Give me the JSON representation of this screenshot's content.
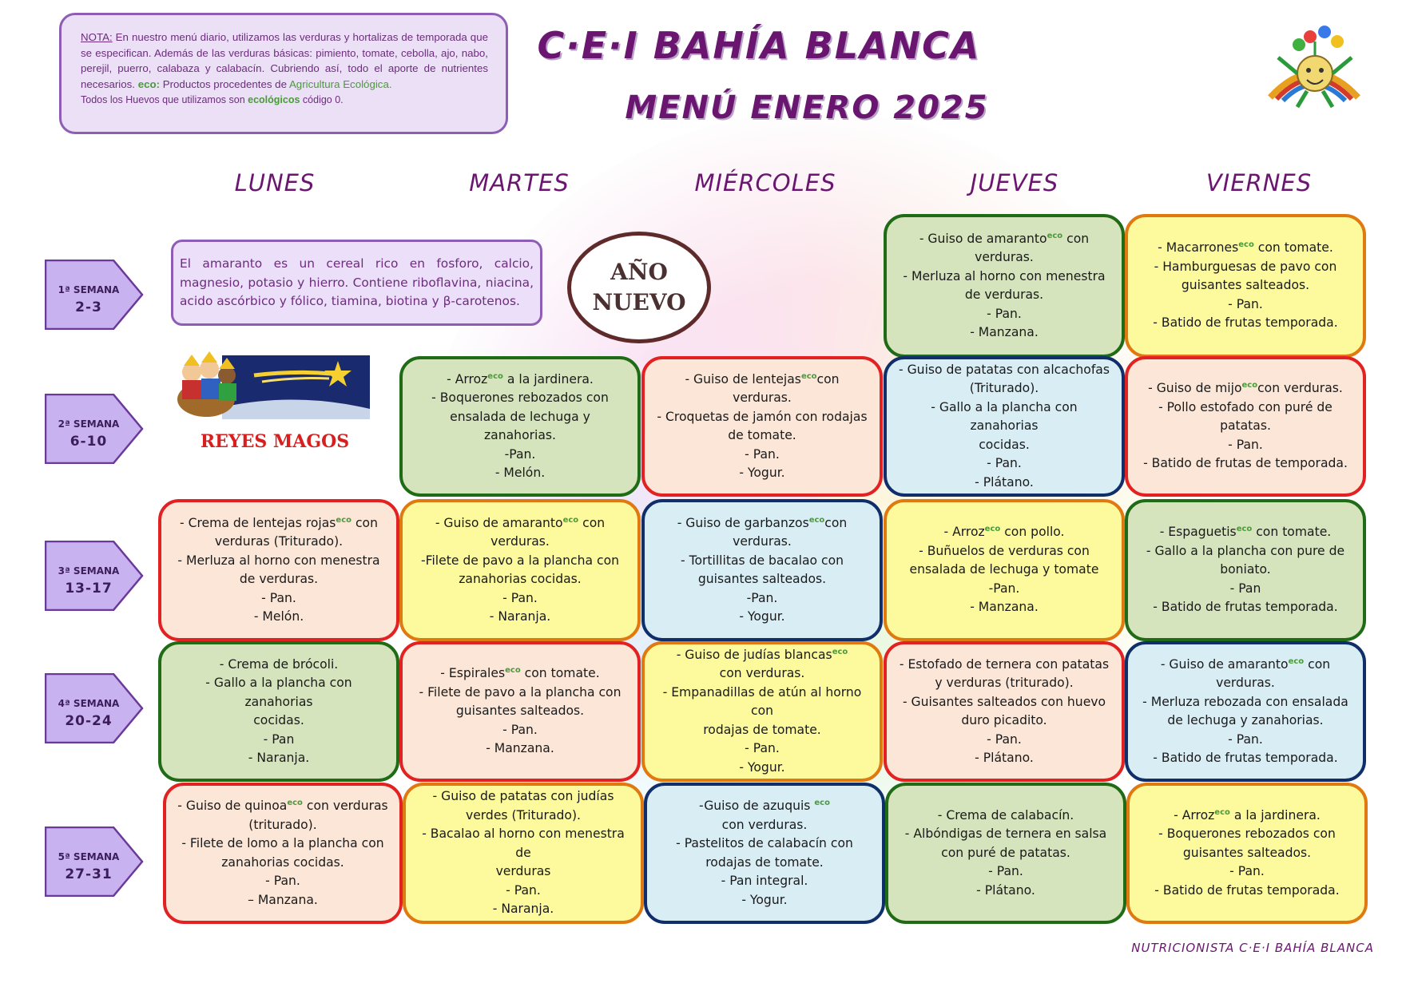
{
  "note": {
    "label": "NOTA:",
    "text1": " En nuestro menú diario, utilizamos las verduras y hortalizas de temporada que se especifican. Además de las verduras básicas: pimiento, tomate, cebolla, ajo, nabo, perejil, puerro, calabaza y calabacín. Cubriendo así, todo el aporte de nutrientes necesarios. ",
    "eco_label": "eco:",
    "text2": " Productos procedentes de ",
    "eco_text": "Agricultura Ecológica.",
    "eggs_text1": "Todos los Huevos que utilizamos son ",
    "eggs_eco": "ecológicos",
    "eggs_text2": " código 0."
  },
  "title": "C·E·I BAHÍA BLANCA",
  "subtitle": "MENÚ ENERO 2025",
  "days": [
    "LUNES",
    "MARTES",
    "MIÉRCOLES",
    "JUEVES",
    "VIERNES"
  ],
  "weeks": [
    {
      "label": "1ª SEMANA",
      "dates": "2-3"
    },
    {
      "label": "2ª SEMANA",
      "dates": "6-10"
    },
    {
      "label": "3ª SEMANA",
      "dates": "13-17"
    },
    {
      "label": "4ª SEMANA",
      "dates": "20-24"
    },
    {
      "label": "5ª SEMANA",
      "dates": "27-31"
    }
  ],
  "info_text": "El amaranto es un cereal rico en fosforo, calcio, magnesio, potasio y hierro. Contiene riboflavina, niacina, acido ascórbico y fólico, tiamina, biotina y β-carotenos.",
  "ano_nuevo": [
    "AÑO",
    "NUEVO"
  ],
  "reyes_magos": "REYES MAGOS",
  "eco_mark": "eco",
  "menus": {
    "w1_jue": [
      "- Guiso de amaranto|eco| con",
      "verduras.",
      "- Merluza al horno con menestra",
      "de verduras.",
      "- Pan.",
      "- Manzana."
    ],
    "w1_vie": [
      "- Macarrones|eco| con tomate.",
      "- Hamburguesas de pavo con",
      "guisantes salteados.",
      "- Pan.",
      "- Batido de frutas temporada."
    ],
    "w2_mar": [
      "- Arroz|eco| a la jardinera.",
      "- Boquerones rebozados con",
      "ensalada de lechuga y zanahorias.",
      "-Pan.",
      "- Melón."
    ],
    "w2_mie": [
      "- Guiso de lentejas|eco|con verduras.",
      "- Croquetas de jamón con rodajas",
      "de tomate.",
      "- Pan.",
      "- Yogur."
    ],
    "w2_jue": [
      "- Guiso de patatas con alcachofas",
      "(Triturado).",
      "- Gallo a la plancha con zanahorias",
      "cocidas.",
      "- Pan.",
      "- Plátano."
    ],
    "w2_vie": [
      "- Guiso de mijo|eco|con verduras.",
      "- Pollo estofado con puré de",
      "patatas.",
      "- Pan.",
      "- Batido de frutas de temporada."
    ],
    "w3_lun": [
      "- Crema de lentejas rojas|eco| con",
      "verduras (Triturado).",
      "- Merluza al horno con menestra",
      "de verduras.",
      "- Pan.",
      "- Melón."
    ],
    "w3_mar": [
      "- Guiso de amaranto|eco| con",
      "verduras.",
      "-Filete de pavo a la plancha con",
      "zanahorias cocidas.",
      "- Pan.",
      "- Naranja."
    ],
    "w3_mie": [
      "- Guiso de garbanzos|eco|con",
      "verduras.",
      "- Tortillitas de bacalao con",
      "guisantes salteados.",
      "-Pan.",
      "- Yogur."
    ],
    "w3_jue": [
      "- Arroz|eco| con pollo.",
      "- Buñuelos de verduras con",
      "ensalada de lechuga y tomate",
      "-Pan.",
      "- Manzana."
    ],
    "w3_vie": [
      "- Espaguetis|eco| con tomate.",
      "- Gallo a la plancha con pure de",
      "boniato.",
      "- Pan",
      "- Batido de frutas temporada."
    ],
    "w4_lun": [
      "-  Crema de brócoli.",
      "- Gallo a la plancha con zanahorias",
      "cocidas.",
      "- Pan",
      "- Naranja."
    ],
    "w4_mar": [
      "- Espirales|eco| con tomate.",
      "- Filete de pavo a la plancha con",
      "guisantes salteados.",
      "- Pan.",
      "- Manzana."
    ],
    "w4_mie": [
      "- Guiso de judías blancas|eco|",
      "con verduras.",
      "- Empanadillas de atún al horno con",
      "rodajas de tomate.",
      "- Pan.",
      "- Yogur."
    ],
    "w4_jue": [
      "- Estofado de ternera con patatas",
      "y verduras (triturado).",
      "- Guisantes salteados con huevo",
      "duro picadito.",
      "- Pan.",
      "- Plátano."
    ],
    "w4_vie": [
      "- Guiso de amaranto|eco| con",
      "verduras.",
      "- Merluza rebozada con ensalada",
      "de lechuga y zanahorias.",
      "- Pan.",
      "- Batido de frutas temporada."
    ],
    "w5_lun": [
      "- Guiso de quinoa|eco| con verduras",
      "(triturado).",
      "- Filete de lomo a la plancha con",
      "zanahorias cocidas.",
      "- Pan.",
      "– Manzana."
    ],
    "w5_mar": [
      "- Guiso de patatas con judías",
      "verdes (Triturado).",
      "- Bacalao al horno con menestra de",
      "verduras",
      "- Pan.",
      "- Naranja."
    ],
    "w5_mie": [
      "-Guiso de azuquis |eco|",
      "con verduras.",
      "- Pastelitos de calabacín con",
      "rodajas de tomate.",
      "- Pan integral.",
      "- Yogur."
    ],
    "w5_jue": [
      "- Crema de calabacín.",
      "- Albóndigas de ternera en salsa",
      "con puré de patatas.",
      "- Pan.",
      "- Plátano."
    ],
    "w5_vie": [
      "- Arroz|eco| a la jardinera.",
      "- Boquerones rebozados con",
      "guisantes salteados.",
      "- Pan.",
      "- Batido de frutas temporada."
    ]
  },
  "footer": "NUTRICIONISTA C·E·I BAHÍA BLANCA",
  "colors": {
    "purple_title": "#6a1670",
    "eco_green": "#4a9a3a",
    "reyes_red": "#d81e1e"
  }
}
